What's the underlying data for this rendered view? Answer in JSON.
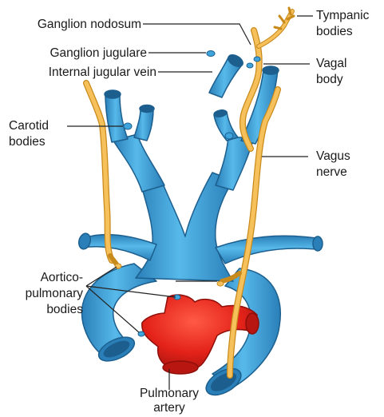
{
  "labels": {
    "ganglion_nodosum": "Ganglion nodosum",
    "ganglion_jugulare": "Ganglion jugulare",
    "internal_jugular_vein": "Internal jugular vein",
    "carotid_line1": "Carotid",
    "carotid_line2": "bodies",
    "aortico_line1": "Aortico-",
    "aortico_line2": "pulmonary",
    "aortico_line3": "bodies",
    "pulmonary_line1": "Pulmonary",
    "pulmonary_line2": "artery",
    "tympanic_line1": "Tympanic",
    "tympanic_line2": "bodies",
    "vagal_line1": "Vagal",
    "vagal_line2": "body",
    "vagus_line1": "Vagus",
    "vagus_line2": "nerve"
  },
  "colors": {
    "vessel_blue": "#3fa4dc",
    "vessel_blue_dark": "#1c5f8e",
    "vessel_blue_light": "#8fd0f2",
    "artery_red": "#e32219",
    "artery_red_dark": "#8e0f0a",
    "artery_red_light": "#ff6a55",
    "nerve_yellow": "#f6c05a",
    "nerve_outline": "#c98a1c",
    "leader_line": "#222222"
  }
}
